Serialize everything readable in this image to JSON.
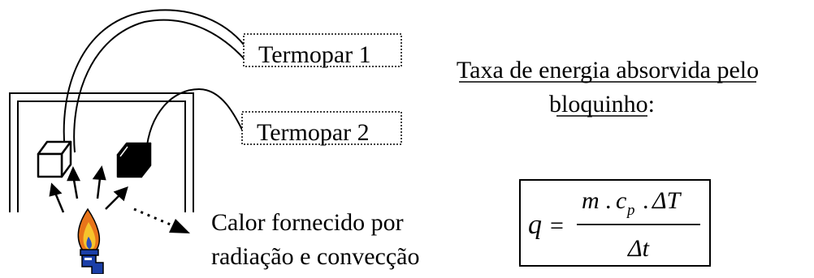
{
  "labels": {
    "thermocouple_1": "Termopar 1",
    "thermocouple_2": "Termopar 2",
    "heat_line_1": "Calor fornecido por",
    "heat_line_2": "radiação e convecção"
  },
  "heading": {
    "line_1": "Taxa de energia absorvida pelo",
    "line_2": "bloquinho:"
  },
  "formula": {
    "lhs": "q",
    "equals": "=",
    "numerator_m": "m",
    "dot_1": ".",
    "numerator_c": "c",
    "subscript_p": "p",
    "dot_2": ".",
    "numerator_delta_t": "ΔT",
    "denominator": "Δt"
  },
  "icons": {
    "cube_open": "wireframe-cube-icon",
    "cube_solid": "black-cube-icon",
    "flame": "bunsen-burner-icon"
  },
  "colors": {
    "ink": "#000000",
    "flame_outer": "#e8751a",
    "flame_inner": "#f6c42c",
    "flame_core": "#2a4fbf",
    "burner": "#1b3fa8"
  }
}
